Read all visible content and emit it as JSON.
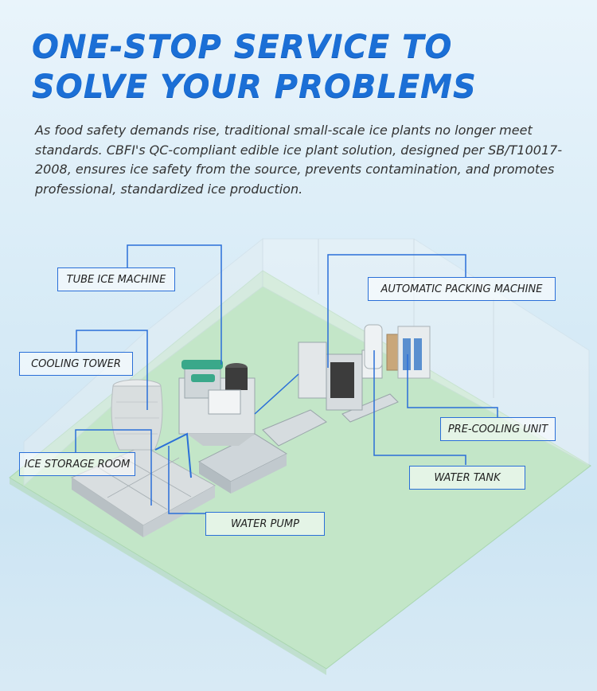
{
  "title": {
    "line1": "ONE-STOP SERVICE TO",
    "line2": "SOLVE YOUR PROBLEMS"
  },
  "intro": "As food safety demands rise, traditional small-scale ice plants no longer meet standards. CBFI's QC-compliant edible ice plant solution, designed per SB/T10017-2008, ensures ice safety from the source, prevents contamination, and promotes professional, standardized ice production.",
  "labels": {
    "tube_ice_machine": "TUBE ICE MACHINE",
    "cooling_tower": "COOLING TOWER",
    "ice_storage_room": "ICE STORAGE ROOM",
    "water_pump": "WATER PUMP",
    "automatic_packing_machine": "AUTOMATIC PACKING MACHINE",
    "pre_cooling_unit": "PRE-COOLING UNIT",
    "water_tank": "WATER TANK"
  },
  "colors": {
    "title": "#1b6fd6",
    "label_border": "#2a6fd8",
    "floor": "#bfe3c4",
    "pipe": "#2a6fd8"
  }
}
